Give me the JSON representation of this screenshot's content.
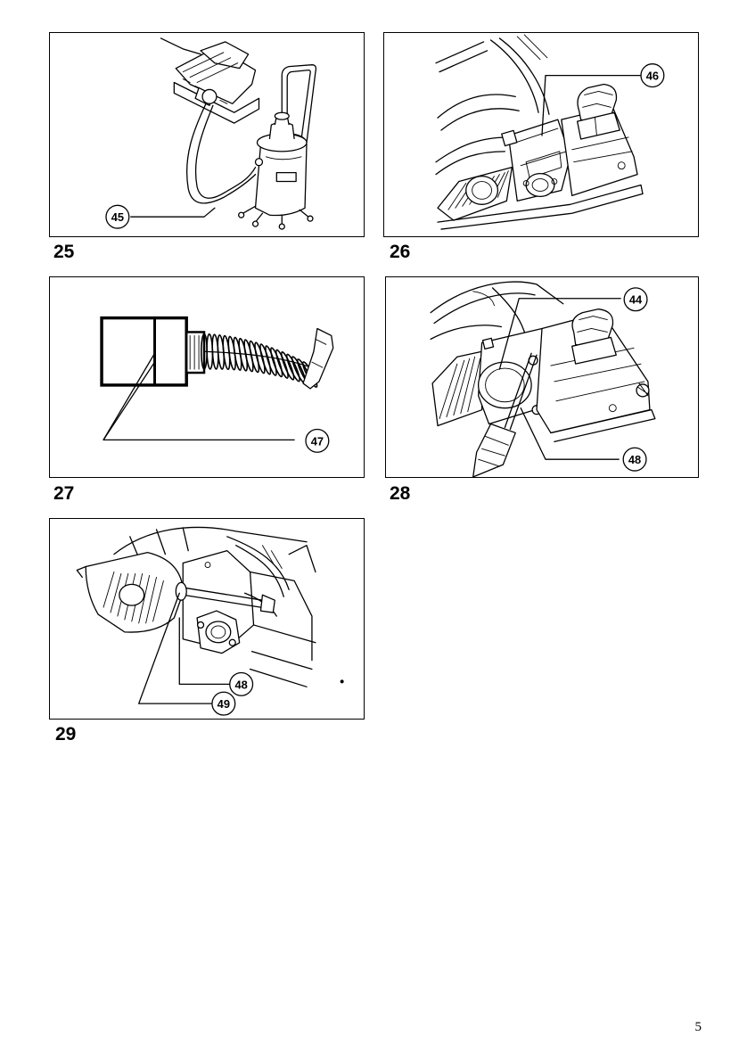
{
  "figures": [
    {
      "number": "25",
      "callouts": [
        "45"
      ]
    },
    {
      "number": "26",
      "callouts": [
        "46"
      ]
    },
    {
      "number": "27",
      "callouts": [
        "47"
      ]
    },
    {
      "number": "28",
      "callouts": [
        "44",
        "48"
      ]
    },
    {
      "number": "29",
      "callouts": [
        "48",
        "49"
      ]
    }
  ],
  "page_number": "5"
}
